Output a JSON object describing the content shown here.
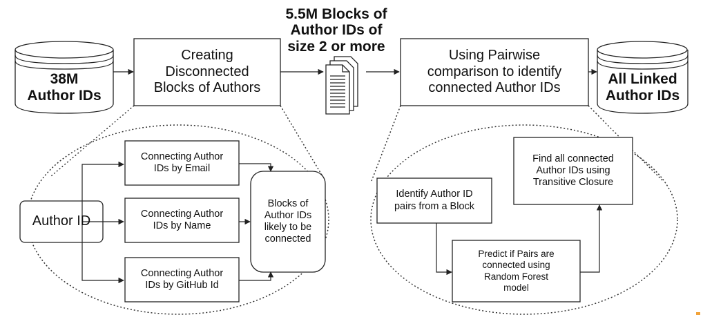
{
  "top_flow": {
    "input_db": {
      "label": "38M\nAuthor IDs",
      "icon": "database-icon"
    },
    "creating_blocks": {
      "label": "Creating\nDisconnected\nBlocks of Authors"
    },
    "blocks_caption": {
      "label": "5.5M Blocks of\nAuthor IDs of\nsize 2 or more"
    },
    "documents_icon": "documents-icon",
    "pairwise": {
      "label": "Using Pairwise\ncomparison to identify\nconnected Author IDs"
    },
    "output_db": {
      "label": "All Linked\nAuthor IDs",
      "icon": "database-icon"
    }
  },
  "left_detail": {
    "author_id": "Author ID",
    "by_email": "Connecting Author\nIDs by Email",
    "by_name": "Connecting Author\nIDs by Name",
    "by_github": "Connecting Author\nIDs by GitHub Id",
    "blocks_result": "Blocks of\nAuthor IDs\nlikely to be\nconnected"
  },
  "right_detail": {
    "identify_pairs": "Identify Author ID\npairs from a Block",
    "predict": "Predict if Pairs are\nconnected using\nRandom Forest\nmodel",
    "find_connected": "Find all connected\nAuthor IDs using\nTransitive Closure"
  },
  "colors": {
    "stroke": "#222222",
    "background": "#ffffff",
    "accent": "#f2a33a"
  }
}
